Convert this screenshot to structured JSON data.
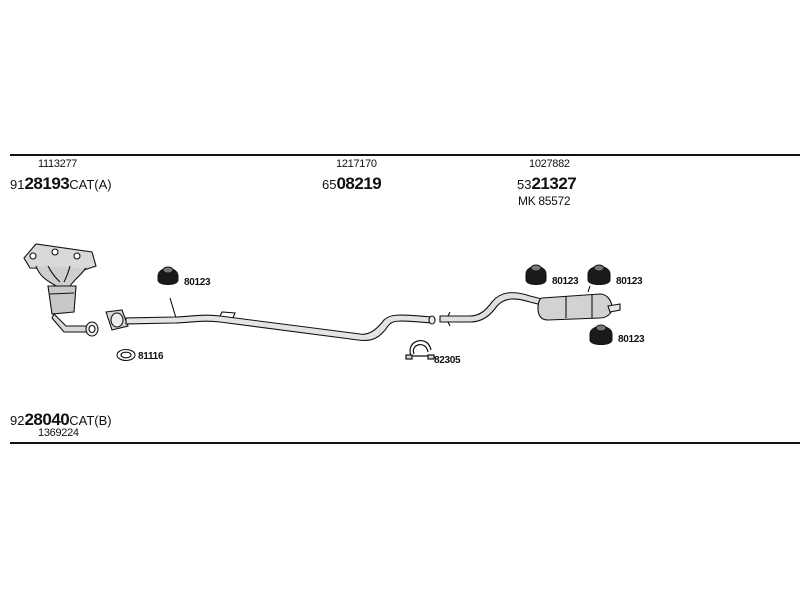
{
  "top_labels": [
    {
      "ref": "1113277",
      "prefix": "91",
      "main": "28193",
      "suffix": "CAT(A)"
    },
    {
      "ref": "1217170",
      "prefix": "65",
      "main": "08219",
      "suffix": ""
    },
    {
      "ref": "1027882",
      "prefix": "53",
      "main": "21327",
      "suffix": "",
      "extra": "MK 85572"
    }
  ],
  "bottom_label": {
    "prefix": "92",
    "main": "28040",
    "suffix": "CAT(B)",
    "ref": "1369224"
  },
  "part_tags": {
    "hanger_front": "80123",
    "hanger_rear_1": "80123",
    "hanger_rear_2": "80123",
    "hanger_rear_3": "80123",
    "gasket": "81116",
    "clamp": "82305"
  },
  "colors": {
    "line": "#111111",
    "part_fill": "#d9d9d9",
    "rubber": "#1a1a1a"
  }
}
